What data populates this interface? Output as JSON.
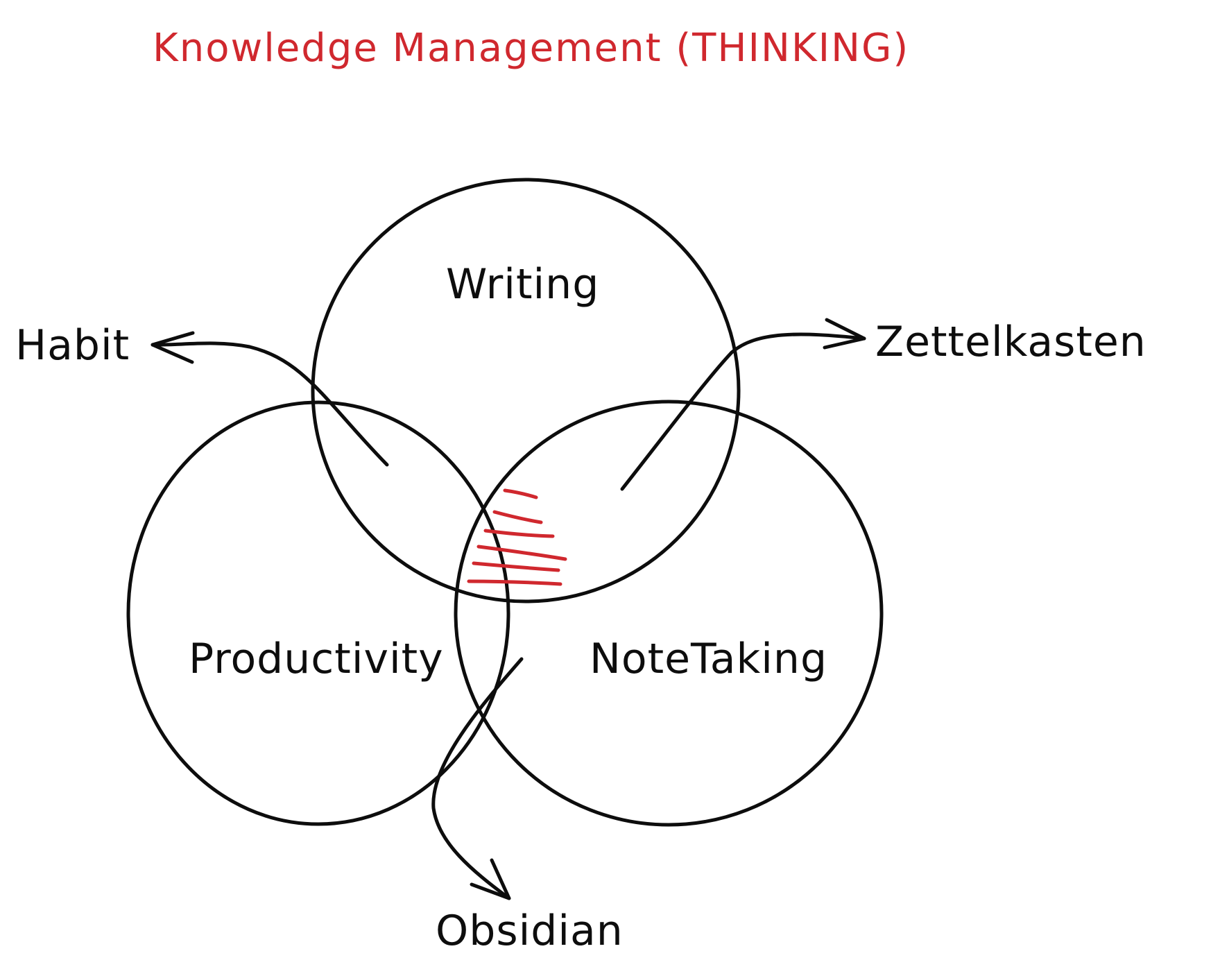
{
  "title": "Knowledge Management (THINKING)",
  "circles": {
    "top": "Writing",
    "left": "Productivity",
    "right": "NoteTaking"
  },
  "callouts": {
    "left": "Habit",
    "right": "Zettelkasten",
    "bottom": "Obsidian"
  },
  "colors": {
    "title": "#d0282e",
    "ink": "#0d0d0d",
    "highlight": "#d0282e",
    "background": "#ffffff"
  }
}
